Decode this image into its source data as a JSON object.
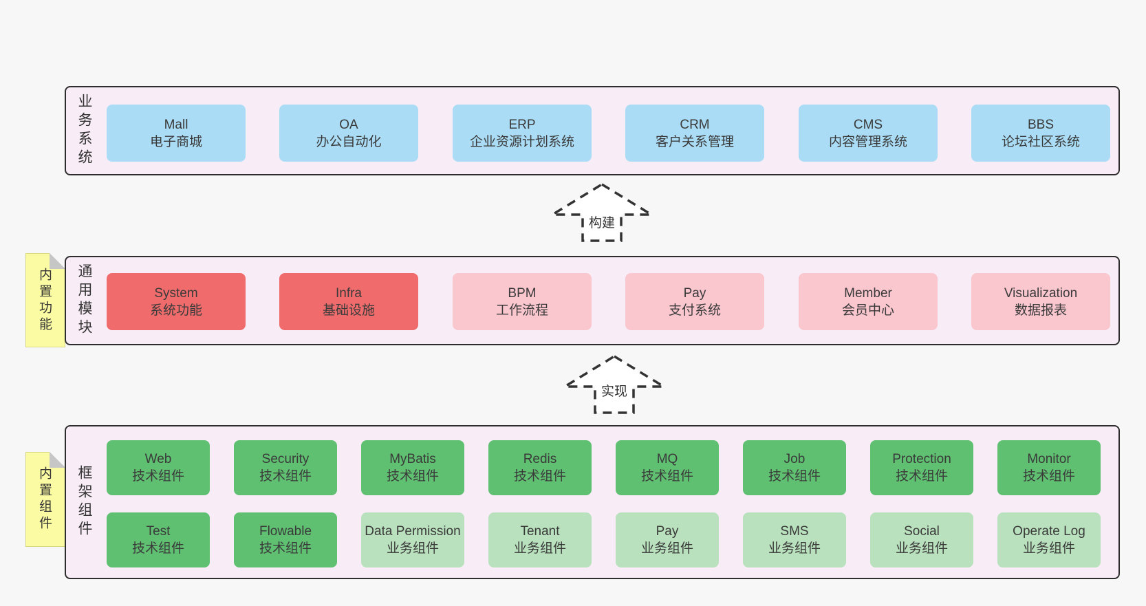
{
  "layers": {
    "business": {
      "label": "业务系统",
      "boxes": [
        {
          "en": "Mall",
          "cn": "电子商城"
        },
        {
          "en": "OA",
          "cn": "办公自动化"
        },
        {
          "en": "ERP",
          "cn": "企业资源计划系统"
        },
        {
          "en": "CRM",
          "cn": "客户关系管理"
        },
        {
          "en": "CMS",
          "cn": "内容管理系统"
        },
        {
          "en": "BBS",
          "cn": "论坛社区系统"
        }
      ]
    },
    "common": {
      "label": "通用模块",
      "note": "内置功能",
      "boxes": [
        {
          "en": "System",
          "cn": "系统功能"
        },
        {
          "en": "Infra",
          "cn": "基础设施"
        },
        {
          "en": "BPM",
          "cn": "工作流程"
        },
        {
          "en": "Pay",
          "cn": "支付系统"
        },
        {
          "en": "Member",
          "cn": "会员中心"
        },
        {
          "en": "Visualization",
          "cn": "数据报表"
        }
      ]
    },
    "framework": {
      "label": "框架组件",
      "note": "内置组件",
      "top_row": [
        {
          "en": "Web",
          "cn": "技术组件"
        },
        {
          "en": "Security",
          "cn": "技术组件"
        },
        {
          "en": "MyBatis",
          "cn": "技术组件"
        },
        {
          "en": "Redis",
          "cn": "技术组件"
        },
        {
          "en": "MQ",
          "cn": "技术组件"
        },
        {
          "en": "Job",
          "cn": "技术组件"
        },
        {
          "en": "Protection",
          "cn": "技术组件"
        },
        {
          "en": "Monitor",
          "cn": "技术组件"
        }
      ],
      "bottom_row": [
        {
          "en": "Test",
          "cn": "技术组件"
        },
        {
          "en": "Flowable",
          "cn": "技术组件"
        },
        {
          "en": "Data Permission",
          "cn": "业务组件"
        },
        {
          "en": "Tenant",
          "cn": "业务组件"
        },
        {
          "en": "Pay",
          "cn": "业务组件"
        },
        {
          "en": "SMS",
          "cn": "业务组件"
        },
        {
          "en": "Social",
          "cn": "业务组件"
        },
        {
          "en": "Operate Log",
          "cn": "业务组件"
        }
      ]
    }
  },
  "arrows": {
    "build": {
      "label": "构建"
    },
    "implement": {
      "label": "实现"
    }
  },
  "colors": {
    "page_bg": "#f7f7f7",
    "layer_bg": "#f8edf6",
    "layer_border": "#2d2d2d",
    "box_blue": "#aadcf5",
    "box_red": "#f06c6c",
    "box_pink": "#fac7cf",
    "box_green_dark": "#5fc071",
    "box_green_light": "#b9e1bd",
    "note_yellow": "#fbfba3",
    "text": "#3a3a3a"
  }
}
